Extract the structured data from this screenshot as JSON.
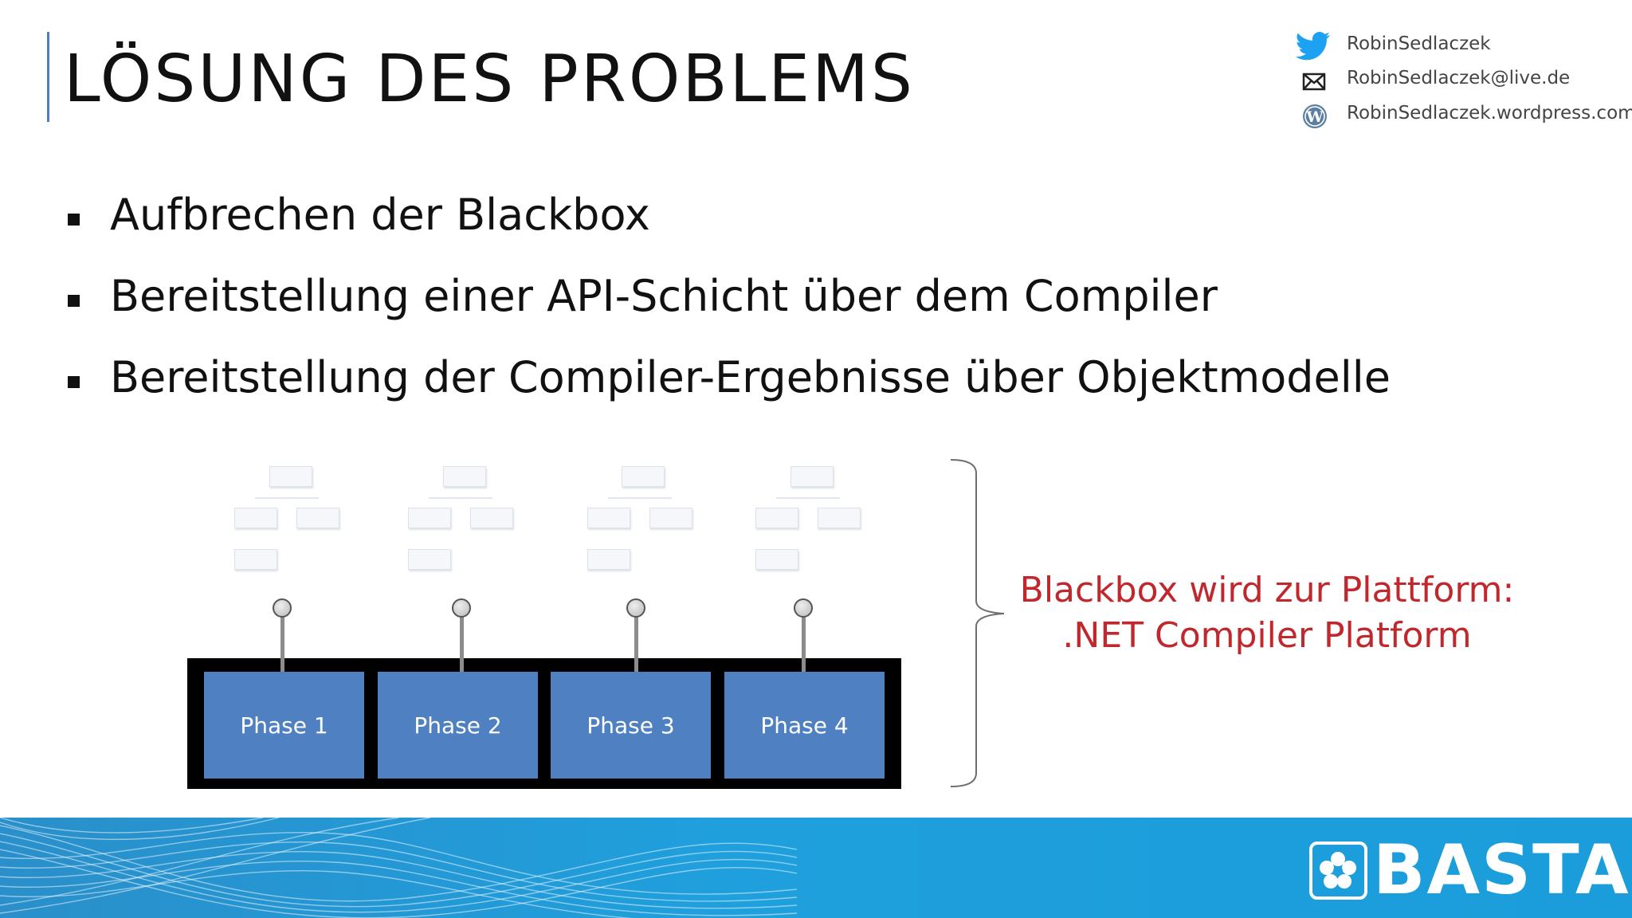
{
  "slide": {
    "title": "LÖSUNG DES PROBLEMS",
    "contacts": [
      {
        "icon": "twitter-bird-icon",
        "text": "RobinSedlaczek"
      },
      {
        "icon": "mail-envelope-icon",
        "text": "RobinSedlaczek@live.de"
      },
      {
        "icon": "wordpress-icon",
        "text": "RobinSedlaczek.wordpress.com"
      }
    ],
    "bullets": [
      "Aufbrechen der Blackbox",
      "Bereitstellung einer API-Schicht über dem Compiler",
      "Bereitstellung der Compiler-Ergebnisse über Objektmodelle"
    ]
  },
  "diagram": {
    "phases": [
      "Phase 1",
      "Phase 2",
      "Phase 3",
      "Phase 4"
    ],
    "platform_line1": "Blackbox wird zur Plattform:",
    "platform_line2": ".NET Compiler Platform"
  },
  "footer": {
    "logo_text": "BASTA!"
  },
  "colors": {
    "accent_bar": "#4a7fb8",
    "phase_fill": "#4e80c2",
    "platform_text": "#c0282d",
    "footer_blue": "#1fa0dd",
    "twitter_blue": "#1da1f2"
  }
}
